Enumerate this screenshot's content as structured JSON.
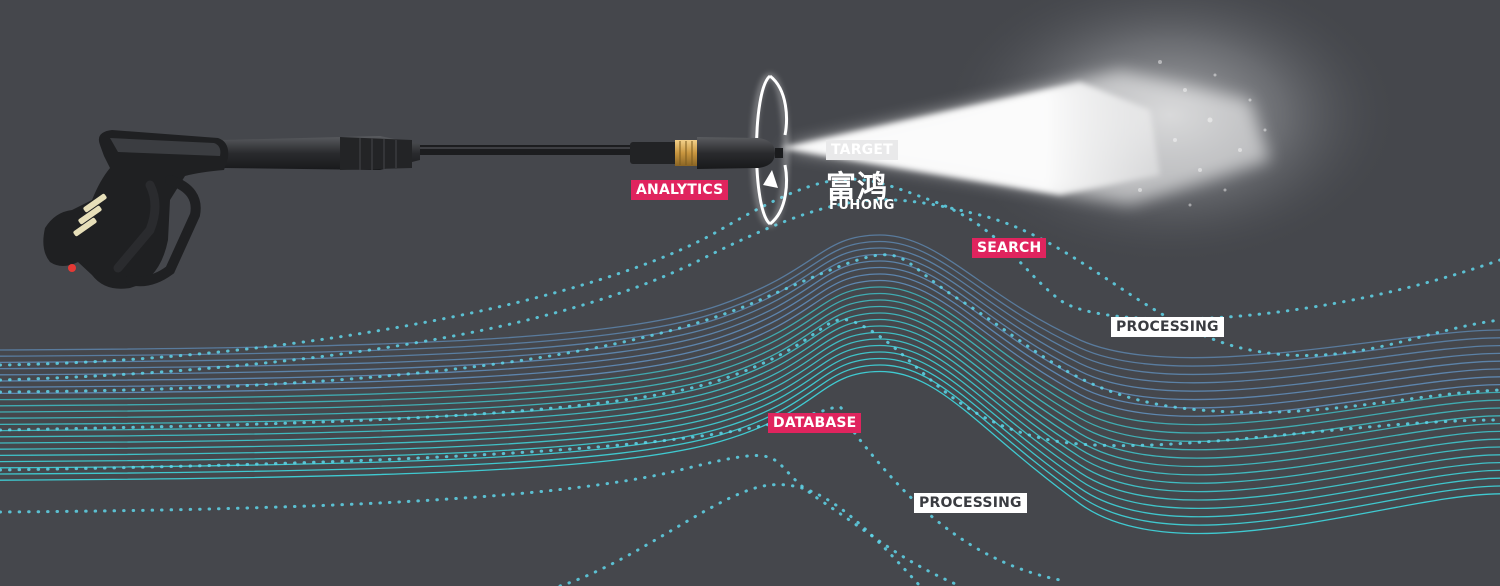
{
  "labels": {
    "analytics": "ANALYTICS",
    "target": "TARGET",
    "search": "SEARCH",
    "processing_top": "PROCESSING",
    "database": "DATABASE",
    "processing_bottom": "PROCESSING"
  },
  "brand": {
    "chinese": "富鸿",
    "english": "FUHONG"
  },
  "colors": {
    "background": "#45474c",
    "accent_pink": "#e0245e",
    "line_cyan": "#3fd2d8",
    "line_blue": "#6aa6e0",
    "dots": "#5fd6ea",
    "spray": "#ffffff"
  },
  "icons": {
    "gun": "pressure-washer-gun-icon",
    "rotation": "rotation-arrow-icon"
  }
}
